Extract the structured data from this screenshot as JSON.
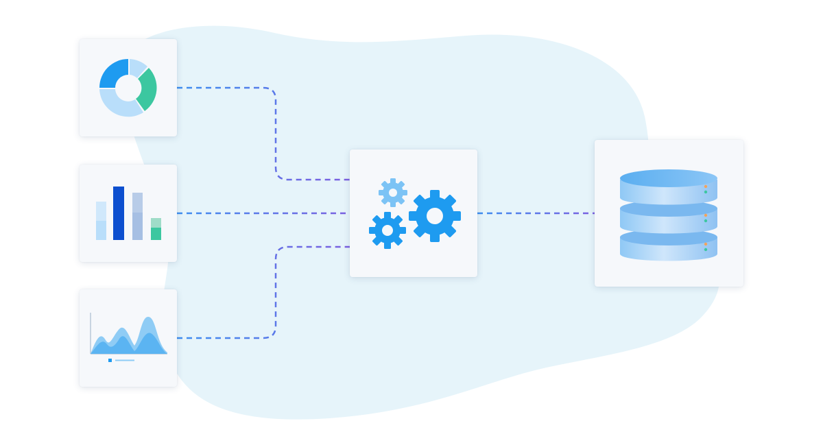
{
  "diagram": {
    "nodes": [
      {
        "id": "pie-chart-source",
        "icon": "donut-chart-icon"
      },
      {
        "id": "bar-chart-source",
        "icon": "bar-chart-icon"
      },
      {
        "id": "area-chart-source",
        "icon": "area-chart-icon"
      },
      {
        "id": "processing-engine",
        "icon": "gears-icon"
      },
      {
        "id": "database",
        "icon": "database-icon"
      }
    ],
    "edges": [
      {
        "from": "pie-chart-source",
        "to": "processing-engine",
        "style": "dashed"
      },
      {
        "from": "bar-chart-source",
        "to": "processing-engine",
        "style": "dashed"
      },
      {
        "from": "area-chart-source",
        "to": "processing-engine",
        "style": "dashed"
      },
      {
        "from": "processing-engine",
        "to": "database",
        "style": "dashed"
      }
    ]
  },
  "colors": {
    "background": "#ffffff",
    "blob": "#e6f4fa",
    "card": "#f6f8fb",
    "connector_blue": "#3d8ef0",
    "connector_purple": "#7b5fe0",
    "icon_blue": "#1e9bf0",
    "icon_dark_blue": "#0d4fcf",
    "icon_light_blue": "#b9defa",
    "icon_green": "#3cc7a0"
  }
}
